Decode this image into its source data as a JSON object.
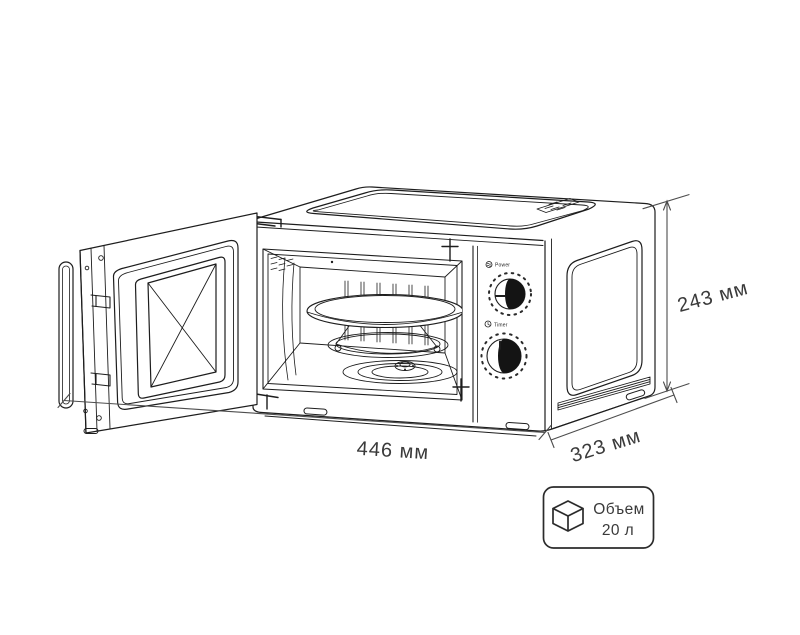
{
  "dimensions": {
    "width": {
      "value": "446 мм"
    },
    "depth": {
      "value": "323 мм"
    },
    "height": {
      "value": "243 мм"
    }
  },
  "controls": {
    "power_label": "Power",
    "timer_label": "Timer"
  },
  "volume_badge": {
    "line1": "Объем",
    "line2": "20 л",
    "icon": "cube-icon"
  },
  "colors": {
    "line": "#1d1d1d",
    "dimension_line": "#4d4d4d",
    "text": "#3a3a3a",
    "background": "#ffffff"
  }
}
